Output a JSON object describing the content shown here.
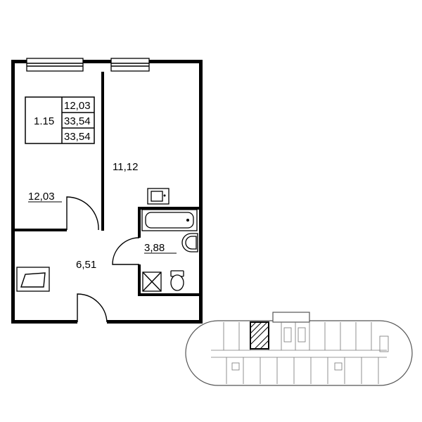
{
  "apartment": {
    "number": "1.15",
    "living_area": "12,03",
    "total_area": "33,54",
    "area_with_balcony": "33,54"
  },
  "rooms": {
    "bedroom": "12,03",
    "kitchen_living": "11,12",
    "hallway": "6,51",
    "bathroom": "3,88"
  },
  "colors": {
    "wall": "#000000",
    "highlight": "#000000",
    "plan_gray": "#777777"
  }
}
